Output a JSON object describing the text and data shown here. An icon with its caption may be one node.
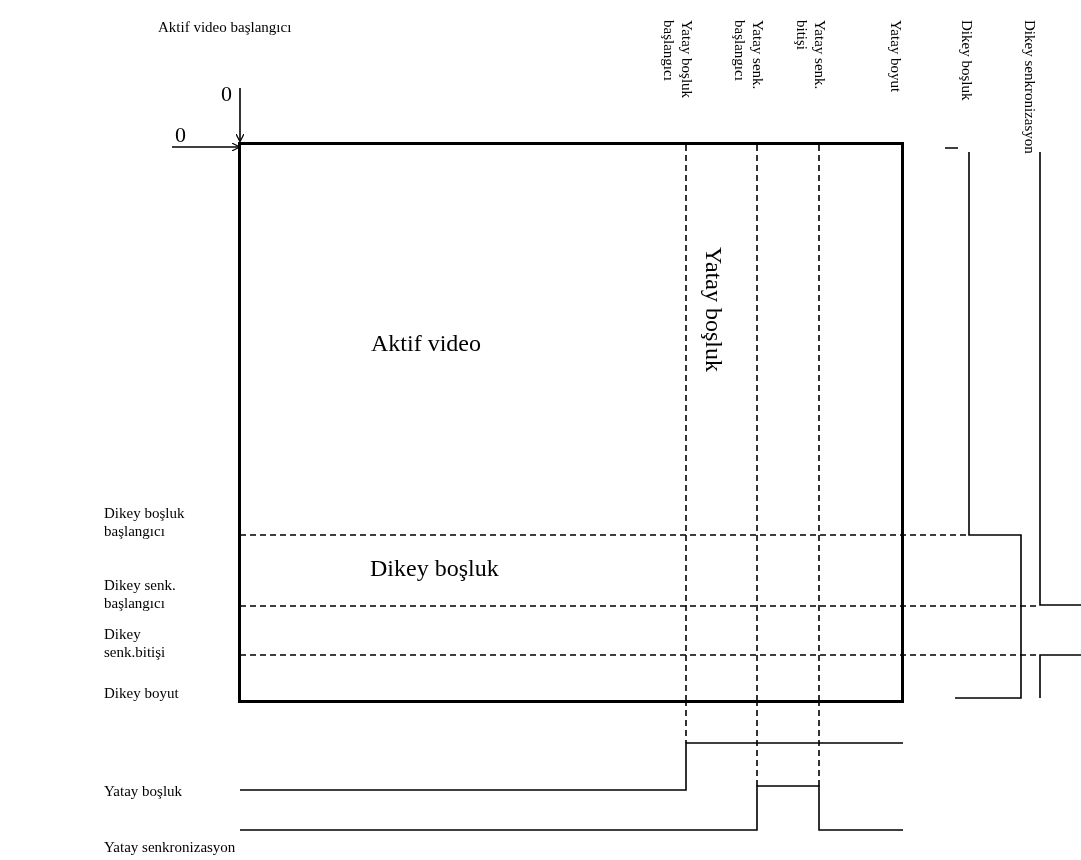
{
  "diagram": {
    "nodes": [
      {
        "text": [
          "Aktif video"
        ]
      },
      {
        "text": [
          "0"
        ]
      },
      {
        "text": [
          "0"
        ]
      }
    ],
    "edges": [
      {
        "from": 1,
        "to": 0,
        "arrow": "to"
      },
      {
        "from": 2,
        "to": 0,
        "arrow": "to"
      }
    ],
    "labels": [
      "Aktif video başlangıcı",
      "Yatay boşluk başlangıcı",
      "Yatay senk. başlangıcı",
      "Yatay senk. bitişi",
      "Yatay boyut",
      "Dikey boşluk",
      "Dikey senkronizasyon",
      "Yatay boşluk",
      "Dikey boşluk başlangıcı",
      "Dikey boşluk",
      "Dikey senk. başlangıcı",
      "Dikey senk.bitişi",
      "Dikey boyut",
      "Yatay boşluk",
      "Yatay senkronizasyon"
    ]
  }
}
